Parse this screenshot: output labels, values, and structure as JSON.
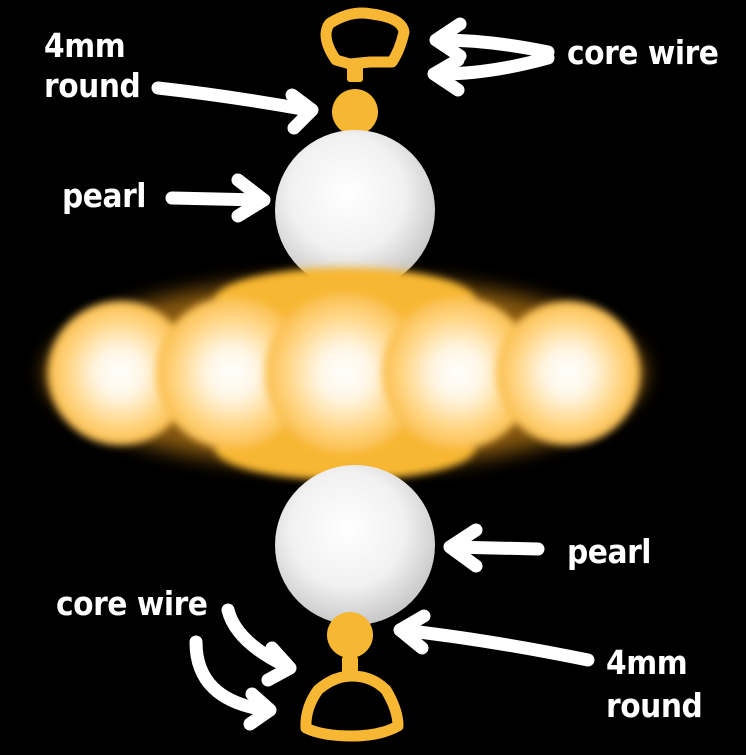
{
  "labels": {
    "top_round_line1": "4mm",
    "top_round_line2": "round",
    "top_core_wire": "core wire",
    "top_pearl": "pearl",
    "bottom_pearl": "pearl",
    "bottom_core_wire": "core wire",
    "bottom_round_line1": "4mm",
    "bottom_round_line2": "round"
  },
  "colors": {
    "background": "#000000",
    "gold": "#f7b733",
    "gold_glow": "#f6a21a",
    "pearl": "#eeeeee",
    "arrow": "#ffffff"
  },
  "components": [
    "core wire loop",
    "4mm round bead",
    "pearl",
    "5 glowing gold beads",
    "pearl",
    "4mm round bead",
    "core wire loop"
  ]
}
